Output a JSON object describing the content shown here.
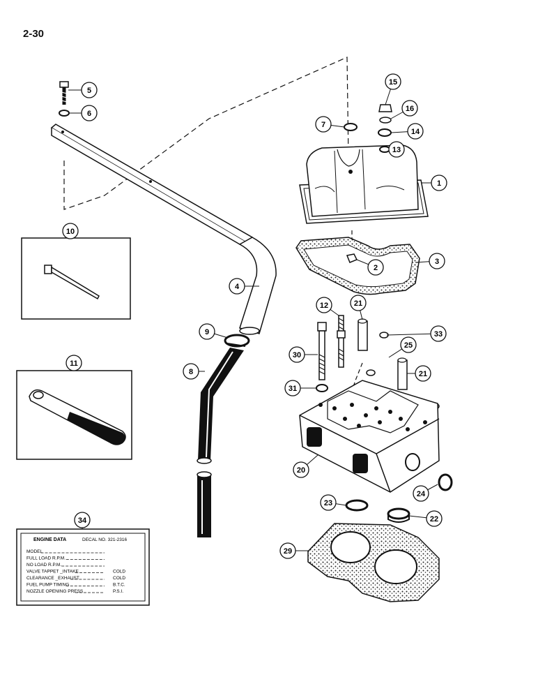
{
  "page": {
    "number": "2-30"
  },
  "callouts": [
    "1",
    "2",
    "3",
    "4",
    "5",
    "6",
    "7",
    "8",
    "9",
    "10",
    "11",
    "12",
    "13",
    "14",
    "15",
    "16",
    "20",
    "21",
    "21",
    "22",
    "23",
    "24",
    "25",
    "29",
    "30",
    "31",
    "33",
    "34"
  ],
  "decal": {
    "title": "ENGINE DATA",
    "decal_no": "DECAL NO. 321-2316",
    "rows": [
      {
        "label": "MODEL",
        "unit": ""
      },
      {
        "label": "FULL LOAD R.P.M.",
        "unit": ""
      },
      {
        "label": "NO LOAD R.P.M.",
        "unit": ""
      },
      {
        "label": "VALVE TAPPET _INTAKE",
        "unit": "COLD"
      },
      {
        "label": "CLEARANCE _EXHAUST",
        "unit": "COLD"
      },
      {
        "label": "FUEL PUMP TIMING",
        "unit": "B.T.C."
      },
      {
        "label": "NOZZLE OPENING PRESS",
        "unit": "P.S.I."
      }
    ]
  }
}
